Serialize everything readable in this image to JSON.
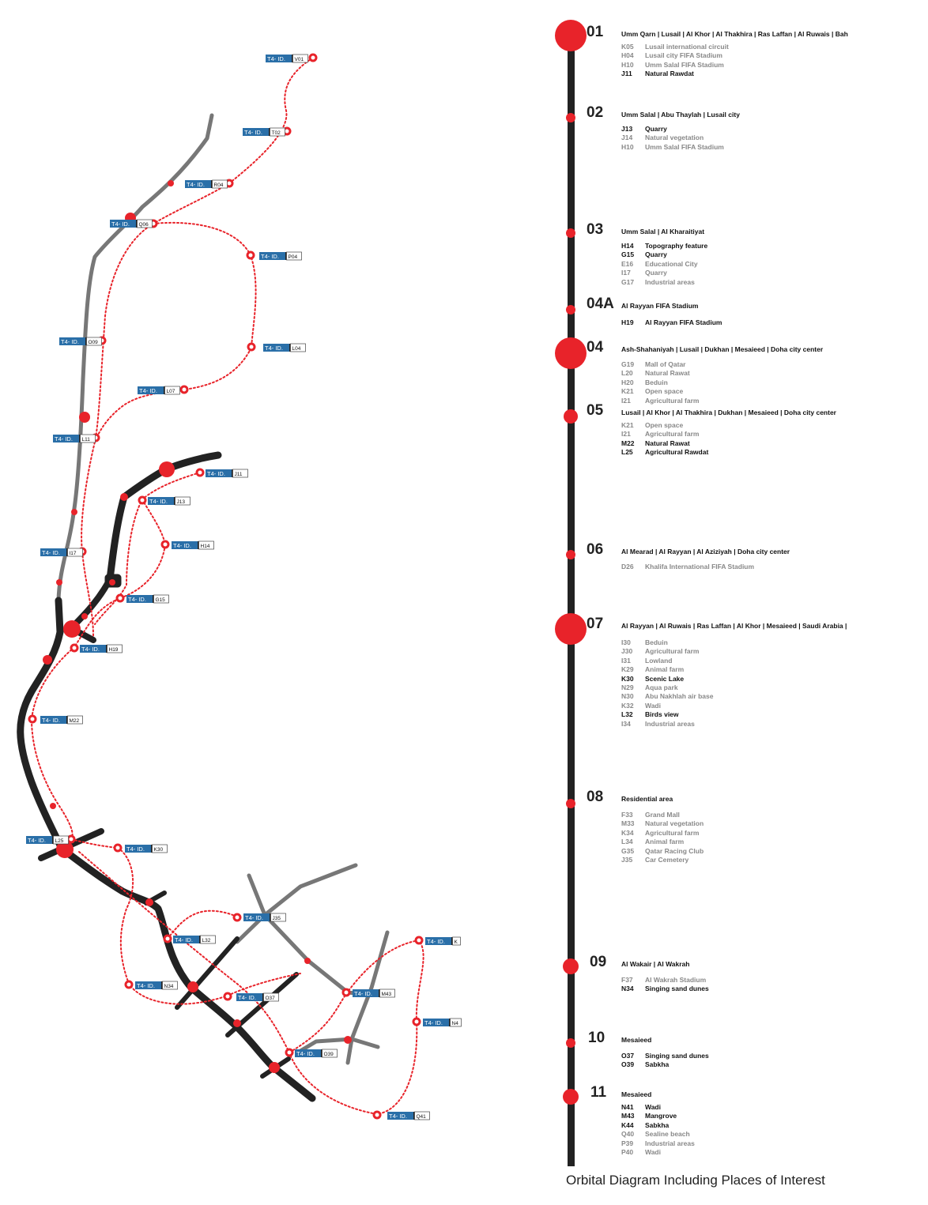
{
  "label_prefix": "T4- ID.",
  "colors": {
    "red": "#e8232a",
    "black": "#222222",
    "grey": "#777777",
    "blue": "#2a6fa8"
  },
  "map_labels": [
    {
      "code": "V01"
    },
    {
      "code": "T02"
    },
    {
      "code": "R04"
    },
    {
      "code": "Q06"
    },
    {
      "code": "P04"
    },
    {
      "code": "O09"
    },
    {
      "code": "L04"
    },
    {
      "code": "L07"
    },
    {
      "code": "L11"
    },
    {
      "code": "J11"
    },
    {
      "code": "J13"
    },
    {
      "code": "H14"
    },
    {
      "code": "I17"
    },
    {
      "code": "G15"
    },
    {
      "code": "H19"
    },
    {
      "code": "M22"
    },
    {
      "code": "L25"
    },
    {
      "code": "K30"
    },
    {
      "code": "J35"
    },
    {
      "code": "L32"
    },
    {
      "code": "K"
    },
    {
      "code": "N34"
    },
    {
      "code": "O37"
    },
    {
      "code": "M43"
    },
    {
      "code": "N4"
    },
    {
      "code": "O39"
    },
    {
      "code": "Q41"
    }
  ],
  "stops": [
    {
      "num": "01",
      "places": "Umm Qarn  |  Lusail  |  Al Khor  |  Al Thakhira  |  Ras Laffan  |  Al Ruwais  |  Bah",
      "pois": [
        {
          "code": "K05",
          "name": "Lusail international circuit",
          "tone": "grey"
        },
        {
          "code": "H04",
          "name": "Lusail city FIFA Stadium",
          "tone": "grey"
        },
        {
          "code": "H10",
          "name": "Umm Salal FIFA Stadium",
          "tone": "grey"
        },
        {
          "code": "J11",
          "name": "Natural Rawdat",
          "tone": "dark"
        }
      ]
    },
    {
      "num": "02",
      "places": "Umm Salal  |  Abu Thaylah  |  Lusail city",
      "pois": [
        {
          "code": "J13",
          "name": "Quarry",
          "tone": "dark"
        },
        {
          "code": "J14",
          "name": "Natural vegetation",
          "tone": "grey"
        },
        {
          "code": "H10",
          "name": "Umm Salal FIFA Stadium",
          "tone": "grey"
        }
      ]
    },
    {
      "num": "03",
      "places": "Umm Salal  |  Al Kharaitiyat",
      "pois": [
        {
          "code": "H14",
          "name": "Topography feature",
          "tone": "dark"
        },
        {
          "code": "G15",
          "name": "Quarry",
          "tone": "dark"
        },
        {
          "code": "E16",
          "name": "Educational City",
          "tone": "grey"
        },
        {
          "code": "I17",
          "name": "Quarry",
          "tone": "grey"
        },
        {
          "code": "G17",
          "name": "Industrial areas",
          "tone": "grey"
        }
      ]
    },
    {
      "num": "04A",
      "places": "Al Rayyan FIFA Stadium",
      "pois": [
        {
          "code": "H19",
          "name": "Al Rayyan FIFA Stadium",
          "tone": "dark"
        }
      ]
    },
    {
      "num": "04",
      "places": "Ash-Shahaniyah  |  Lusail  |  Dukhan  |  Mesaieed  |  Doha city center",
      "pois": [
        {
          "code": "G19",
          "name": "Mall of Qatar",
          "tone": "grey"
        },
        {
          "code": "L20",
          "name": "Natural Rawat",
          "tone": "grey"
        },
        {
          "code": "H20",
          "name": "Beduin",
          "tone": "grey"
        },
        {
          "code": "K21",
          "name": "Open space",
          "tone": "grey"
        },
        {
          "code": "I21",
          "name": "Agricultural farm",
          "tone": "grey"
        }
      ]
    },
    {
      "num": "05",
      "places": "Lusail  |  Al Khor  |  Al Thakhira  |  Dukhan  |  Mesaieed  |  Doha city center",
      "pois": [
        {
          "code": "K21",
          "name": "Open space",
          "tone": "grey"
        },
        {
          "code": "I21",
          "name": "Agricultural farm",
          "tone": "grey"
        },
        {
          "code": "M22",
          "name": "Natural Rawat",
          "tone": "dark"
        },
        {
          "code": "L25",
          "name": "Agricultural Rawdat",
          "tone": "dark"
        }
      ]
    },
    {
      "num": "06",
      "places": "Al Mearad  |  Al Rayyan  |  Al Aziziyah  |  Doha city center",
      "pois": [
        {
          "code": "D26",
          "name": "Khalifa International FIFA Stadium",
          "tone": "grey"
        }
      ]
    },
    {
      "num": "07",
      "places": "Al Rayyan  |  Al Ruwais  |  Ras Laffan  |  Al Khor  |  Mesaieed  |  Saudi Arabia  |",
      "pois": [
        {
          "code": "I30",
          "name": "Beduin",
          "tone": "grey"
        },
        {
          "code": "J30",
          "name": "Agricultural farm",
          "tone": "grey"
        },
        {
          "code": "I31",
          "name": "Lowland",
          "tone": "grey"
        },
        {
          "code": "K29",
          "name": "Animal farm",
          "tone": "grey"
        },
        {
          "code": "K30",
          "name": "Scenic Lake",
          "tone": "dark"
        },
        {
          "code": "N29",
          "name": "Aqua park",
          "tone": "grey"
        },
        {
          "code": "N30",
          "name": "Abu Nakhlah air base",
          "tone": "grey"
        },
        {
          "code": "K32",
          "name": "Wadi",
          "tone": "grey"
        },
        {
          "code": "L32",
          "name": "Birds view",
          "tone": "dark"
        },
        {
          "code": "I34",
          "name": "Industrial areas",
          "tone": "grey"
        }
      ]
    },
    {
      "num": "08",
      "places": "Residential area",
      "pois": [
        {
          "code": "F33",
          "name": "Grand Mall",
          "tone": "grey"
        },
        {
          "code": "M33",
          "name": "Natural vegetation",
          "tone": "grey"
        },
        {
          "code": "K34",
          "name": "Agricultural farm",
          "tone": "grey"
        },
        {
          "code": "L34",
          "name": "Animal farm",
          "tone": "grey"
        },
        {
          "code": "G35",
          "name": "Qatar Racing Club",
          "tone": "grey"
        },
        {
          "code": "J35",
          "name": "Car Cemetery",
          "tone": "grey"
        }
      ]
    },
    {
      "num": "09",
      "places": "Al Wakair  |  Al Wakrah",
      "pois": [
        {
          "code": "F37",
          "name": "Al Wakrah Stadium",
          "tone": "grey"
        },
        {
          "code": "N34",
          "name": "Singing sand dunes",
          "tone": "dark"
        }
      ]
    },
    {
      "num": "10",
      "places": "Mesaieed",
      "pois": [
        {
          "code": "O37",
          "name": "Singing sand dunes",
          "tone": "dark"
        },
        {
          "code": "O39",
          "name": "Sabkha",
          "tone": "dark"
        }
      ]
    },
    {
      "num": "11",
      "places": "Mesaieed",
      "pois": [
        {
          "code": "N41",
          "name": "Wadi",
          "tone": "dark"
        },
        {
          "code": "M43",
          "name": "Mangrove",
          "tone": "dark"
        },
        {
          "code": "K44",
          "name": "Sabkha",
          "tone": "dark"
        },
        {
          "code": "Q40",
          "name": "Sealine beach",
          "tone": "grey"
        },
        {
          "code": "P39",
          "name": "Industrial areas",
          "tone": "grey"
        },
        {
          "code": "P40",
          "name": "Wadi",
          "tone": "grey"
        }
      ]
    }
  ],
  "footer": "Orbital Diagram Including Places of Interest"
}
